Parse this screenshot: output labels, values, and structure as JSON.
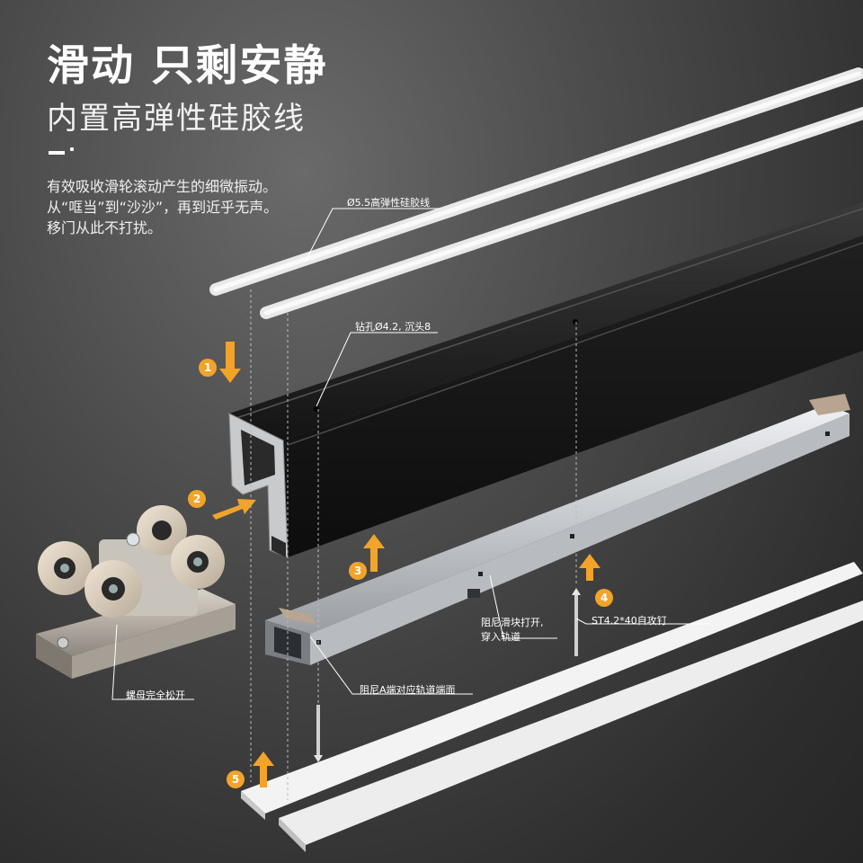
{
  "headline": "滑动 只剩安静",
  "subheadline": "内置高弹性硅胶线",
  "body_lines": [
    "有效吸收滑轮滚动产生的细微振动。",
    "从“哐当”到“沙沙”，再到近乎无声。",
    "移门从此不打扰。"
  ],
  "callouts": {
    "silicone_line": "Ø5.5高弹性硅胶线",
    "drill_hole": "钻孔Ø4.2, 沉头8",
    "damper_open": "阻尼滑块打开,",
    "damper_insert": "穿入轨道",
    "screw": "ST4.2*40自攻钉",
    "damper_end": "阻尼A端对应轨道端面",
    "nut_loose": "螺母完全松开"
  },
  "steps": [
    "1",
    "2",
    "3",
    "4",
    "5"
  ],
  "colors": {
    "accent": "#f2a42a",
    "rail_black": "#1c1c1c",
    "silicone_white": "#f4f4f4",
    "damper_silver": "#c9ccd0"
  }
}
